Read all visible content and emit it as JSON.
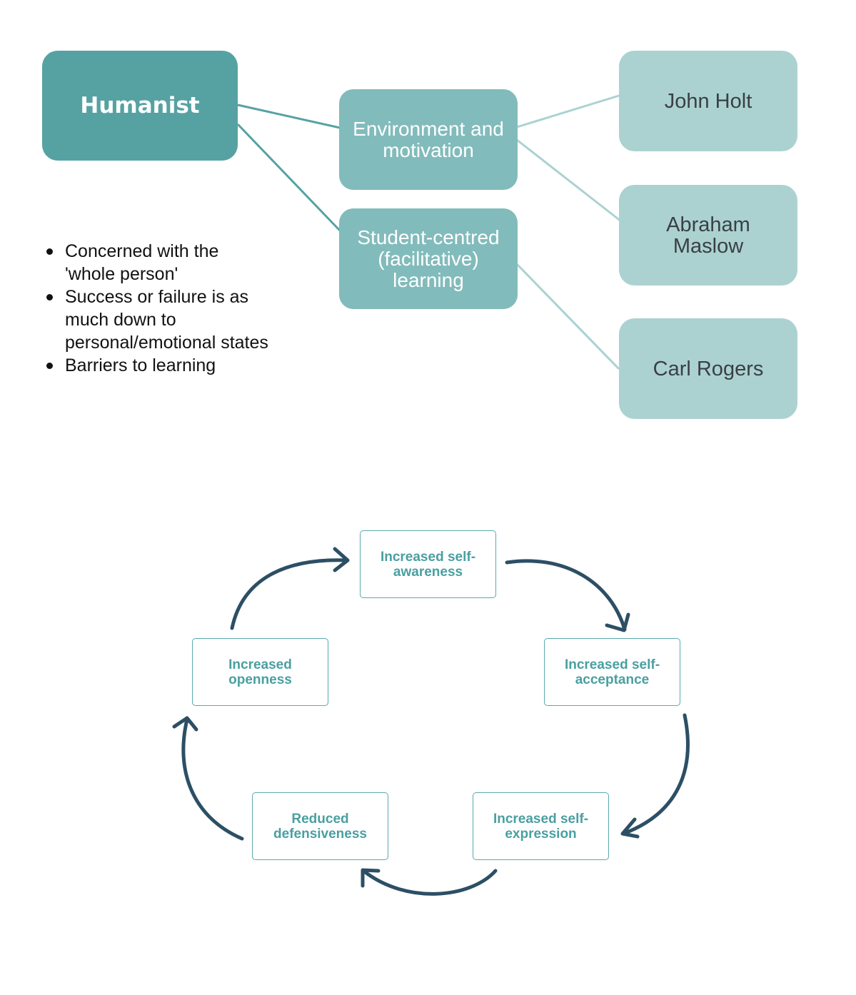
{
  "mindmap": {
    "root": "Humanist",
    "branches": [
      {
        "label": "Environment and motivation"
      },
      {
        "label": "Student-centred (facilitative) learning"
      }
    ],
    "theorists": [
      "John Holt",
      "Abraham Maslow",
      "Carl Rogers"
    ],
    "bullets": [
      "Concerned with the 'whole person'",
      "Success or failure is as much down to personal/emotional states",
      "Barriers to learning"
    ]
  },
  "cycle": {
    "steps": [
      "Increased self-awareness",
      "Increased self-acceptance",
      "Increased self-expression",
      "Reduced defensiveness",
      "Increased openness"
    ]
  },
  "colors": {
    "root_fill": "#56a2a3",
    "branch_fill": "#82bbbb",
    "leaf_fill": "#abd2d1",
    "cycle_text": "#4a9fa1",
    "arrow": "#2c4f65"
  }
}
